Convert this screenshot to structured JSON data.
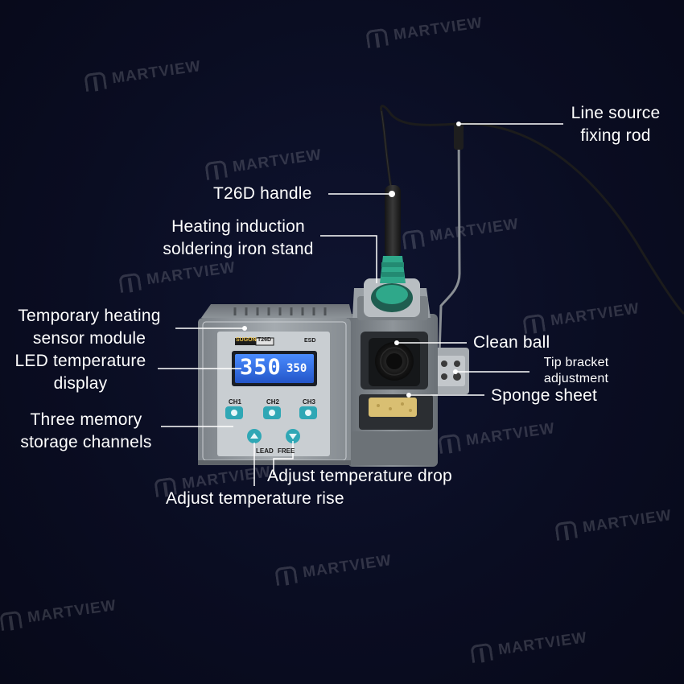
{
  "watermark": {
    "text": "MARTVIEW"
  },
  "device": {
    "brand": "SUGON",
    "model": "T26D",
    "esd_label": "ESD",
    "display_main": "350",
    "display_set": "350",
    "channels": [
      "CH1",
      "CH2",
      "CH3"
    ],
    "lead_label": "LEAD",
    "free_label": "FREE"
  },
  "callouts": {
    "line_source": [
      "Line source",
      "fixing rod"
    ],
    "t26d_handle": "T26D handle",
    "heating_stand": [
      "Heating induction",
      "soldering iron stand"
    ],
    "temp_sensor": [
      "Temporary heating",
      "sensor module"
    ],
    "led_display": [
      "LED temperature",
      "display"
    ],
    "clean_ball": "Clean ball",
    "tip_bracket": [
      "Tip bracket",
      "adjustment"
    ],
    "sponge": "Sponge sheet",
    "memory_channels": [
      "Three memory",
      "storage channels"
    ],
    "temp_drop": "Adjust temperature drop",
    "temp_rise": "Adjust temperature rise"
  },
  "colors": {
    "background": "#0a0d22",
    "station_body": "#8e949a",
    "lcd_blue": "#2f6fe0",
    "accent_green": "#2fa88a"
  }
}
